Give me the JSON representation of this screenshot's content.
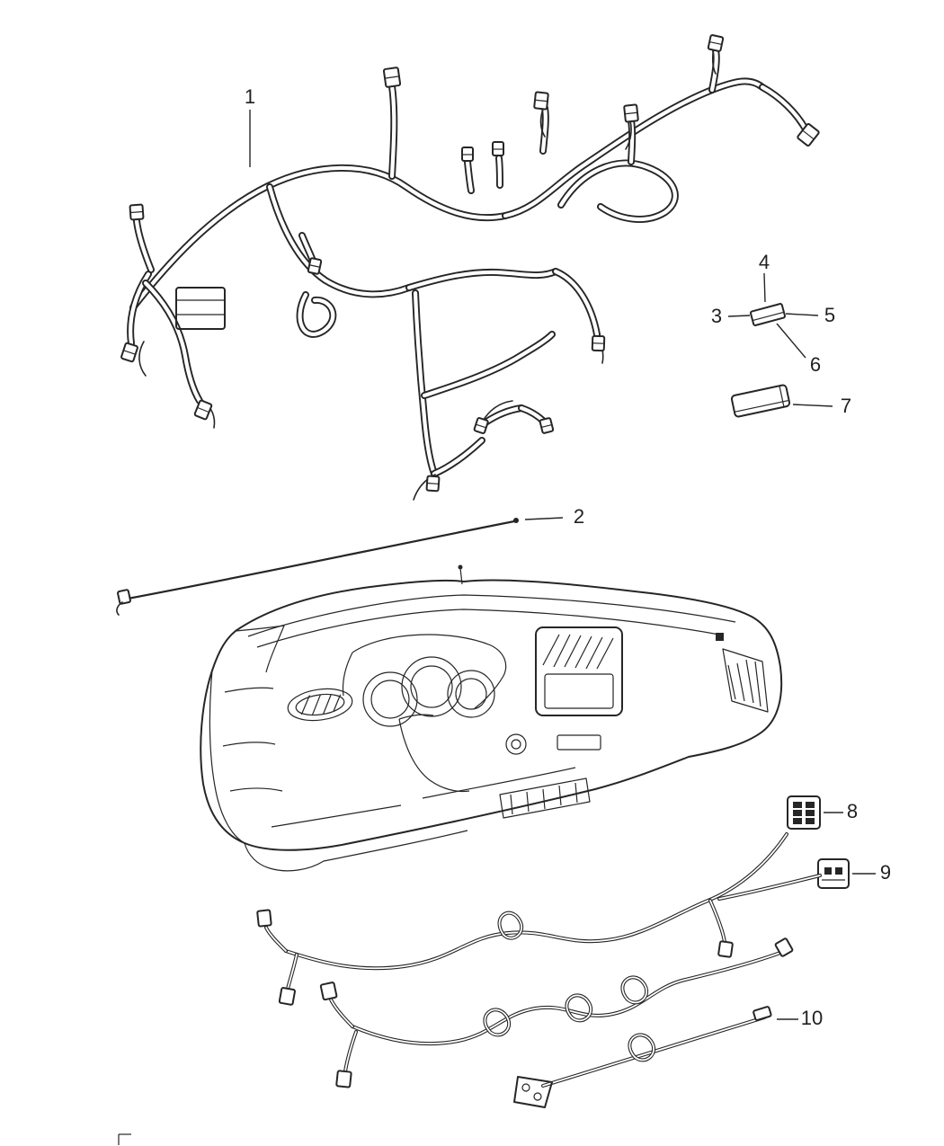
{
  "figure": {
    "background": "#ffffff",
    "line_color": "#262626",
    "description_visible_text_only": true
  },
  "callouts": [
    {
      "id": "callout-1",
      "label": "1"
    },
    {
      "id": "callout-2",
      "label": "2"
    },
    {
      "id": "callout-3",
      "label": "3"
    },
    {
      "id": "callout-4",
      "label": "4"
    },
    {
      "id": "callout-5",
      "label": "5"
    },
    {
      "id": "callout-6",
      "label": "6"
    },
    {
      "id": "callout-7",
      "label": "7"
    },
    {
      "id": "callout-8",
      "label": "8"
    },
    {
      "id": "callout-9",
      "label": "9"
    },
    {
      "id": "callout-10",
      "label": "10"
    }
  ]
}
